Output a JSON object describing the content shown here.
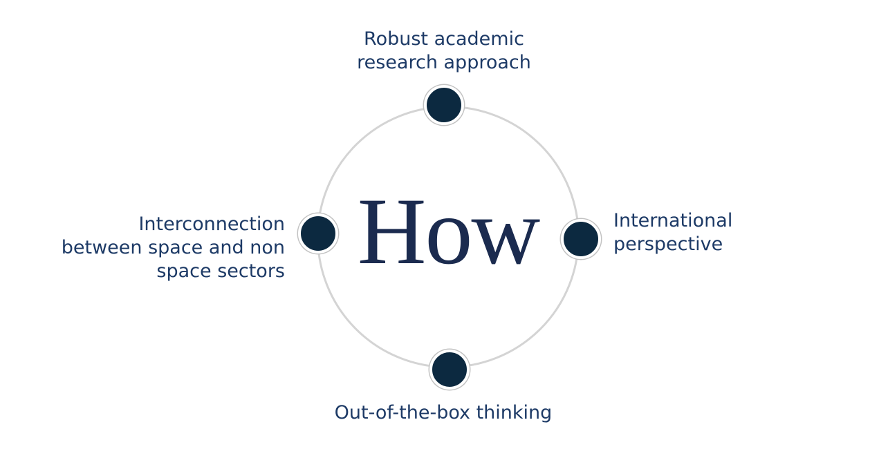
{
  "diagram": {
    "center": {
      "label": "How"
    },
    "nodes": {
      "top": {
        "position": "top",
        "label_lines": [
          "Robust academic",
          "research approach"
        ]
      },
      "right": {
        "position": "right",
        "label_lines": [
          "International",
          "perspective"
        ]
      },
      "bottom": {
        "position": "bottom",
        "label_lines": [
          "Out-of-the-box thinking"
        ]
      },
      "left": {
        "position": "left",
        "label_lines": [
          "Interconnection",
          "between space and non",
          "space sectors"
        ]
      }
    },
    "colors": {
      "background": "#ffffff",
      "node_fill": "#0c2940",
      "node_ring_outline": "#c2c2c2",
      "circle_stroke": "#d4d4d4",
      "center_text": "#1b2b4f",
      "label_text": "#1d3a66"
    }
  }
}
